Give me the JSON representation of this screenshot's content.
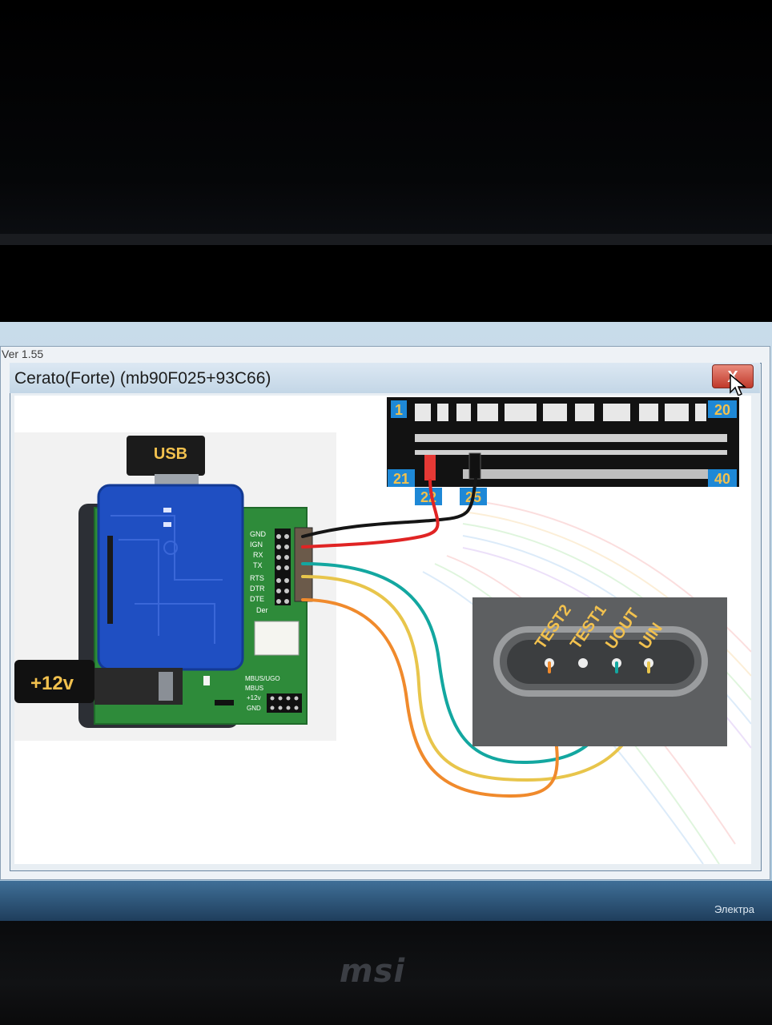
{
  "dialog": {
    "title": "Cerato(Forte) (mb90F025+93C66)",
    "close_symbol": "X"
  },
  "background_window": {
    "title_fragment": "Ver 1.55"
  },
  "usb_label": "USB",
  "power_label": "+12v",
  "pcb_labels": [
    "GND",
    "IGN",
    "RX",
    "TX",
    "RTS",
    "DTR",
    "DTE",
    "Der"
  ],
  "pcb_lower_labels": [
    "MBUS/UGO",
    "MBUS",
    "+12v",
    "GND"
  ],
  "connector": {
    "pin_1": "1",
    "pin_20": "20",
    "pin_21": "21",
    "pin_40": "40",
    "pin_22": "22",
    "pin_25": "25"
  },
  "port_labels": [
    "TEST2",
    "TEST1",
    "UOUT",
    "UIN"
  ],
  "wire_colors": {
    "red": "#e02424",
    "black": "#151515",
    "teal": "#13a7a0",
    "yellow": "#e8c54b",
    "orange": "#f08a2c"
  },
  "brand": "msi",
  "taskbar_text": "Электра"
}
